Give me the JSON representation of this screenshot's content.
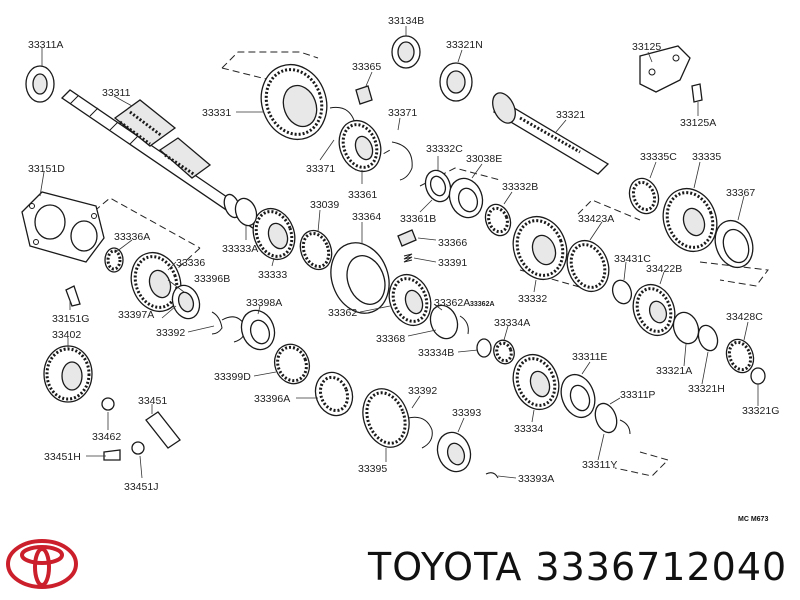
{
  "brand": {
    "logo_icon": "toyota-logo-icon",
    "logo_color": "#cc1f2c",
    "footer_text": "TOYOTA 3336712040"
  },
  "diagram": {
    "code": "MC M673",
    "labels": [
      {
        "id": "33311A",
        "text": "33311A"
      },
      {
        "id": "33311",
        "text": "33311"
      },
      {
        "id": "33151D",
        "text": "33151D"
      },
      {
        "id": "33336A",
        "text": "33336A"
      },
      {
        "id": "33336",
        "text": "33336"
      },
      {
        "id": "33396B",
        "text": "33396B"
      },
      {
        "id": "33151G",
        "text": "33151G"
      },
      {
        "id": "33397A",
        "text": "33397A"
      },
      {
        "id": "33402",
        "text": "33402"
      },
      {
        "id": "33392a",
        "text": "33392"
      },
      {
        "id": "33398A",
        "text": "33398A"
      },
      {
        "id": "33399D",
        "text": "33399D"
      },
      {
        "id": "33396A",
        "text": "33396A"
      },
      {
        "id": "33451",
        "text": "33451"
      },
      {
        "id": "33462",
        "text": "33462"
      },
      {
        "id": "33451H",
        "text": "33451H"
      },
      {
        "id": "33451J",
        "text": "33451J"
      },
      {
        "id": "33331",
        "text": "33331"
      },
      {
        "id": "33371a",
        "text": "33371"
      },
      {
        "id": "33333A",
        "text": "33333A"
      },
      {
        "id": "33333",
        "text": "33333"
      },
      {
        "id": "33039",
        "text": "33039"
      },
      {
        "id": "33134B",
        "text": "33134B"
      },
      {
        "id": "33365",
        "text": "33365"
      },
      {
        "id": "33371b",
        "text": "33371"
      },
      {
        "id": "33361",
        "text": "33361"
      },
      {
        "id": "33364",
        "text": "33364"
      },
      {
        "id": "33361B",
        "text": "33361B"
      },
      {
        "id": "33332C",
        "text": "33332C"
      },
      {
        "id": "33366",
        "text": "33366"
      },
      {
        "id": "33391",
        "text": "33391"
      },
      {
        "id": "33362",
        "text": "33362"
      },
      {
        "id": "33368",
        "text": "33368"
      },
      {
        "id": "33362A",
        "text": "33362A"
      },
      {
        "id": "33362A-small",
        "text": "33362A"
      },
      {
        "id": "33334B",
        "text": "33334B"
      },
      {
        "id": "33334A",
        "text": "33334A"
      },
      {
        "id": "33392b",
        "text": "33392"
      },
      {
        "id": "33393",
        "text": "33393"
      },
      {
        "id": "33395",
        "text": "33395"
      },
      {
        "id": "33393A",
        "text": "33393A"
      },
      {
        "id": "33321N",
        "text": "33321N"
      },
      {
        "id": "33038E",
        "text": "33038E"
      },
      {
        "id": "33332B",
        "text": "33332B"
      },
      {
        "id": "33321",
        "text": "33321"
      },
      {
        "id": "33332",
        "text": "33332"
      },
      {
        "id": "33334",
        "text": "33334"
      },
      {
        "id": "33311E",
        "text": "33311E"
      },
      {
        "id": "33311P",
        "text": "33311P"
      },
      {
        "id": "33311Y",
        "text": "33311Y"
      },
      {
        "id": "33125",
        "text": "33125"
      },
      {
        "id": "33125A",
        "text": "33125A"
      },
      {
        "id": "33335C",
        "text": "33335C"
      },
      {
        "id": "33335",
        "text": "33335"
      },
      {
        "id": "33367",
        "text": "33367"
      },
      {
        "id": "33423A",
        "text": "33423A"
      },
      {
        "id": "33431C",
        "text": "33431C"
      },
      {
        "id": "33422B",
        "text": "33422B"
      },
      {
        "id": "33428C",
        "text": "33428C"
      },
      {
        "id": "33321A",
        "text": "33321A"
      },
      {
        "id": "33321H",
        "text": "33321H"
      },
      {
        "id": "33321G",
        "text": "33321G"
      }
    ]
  }
}
